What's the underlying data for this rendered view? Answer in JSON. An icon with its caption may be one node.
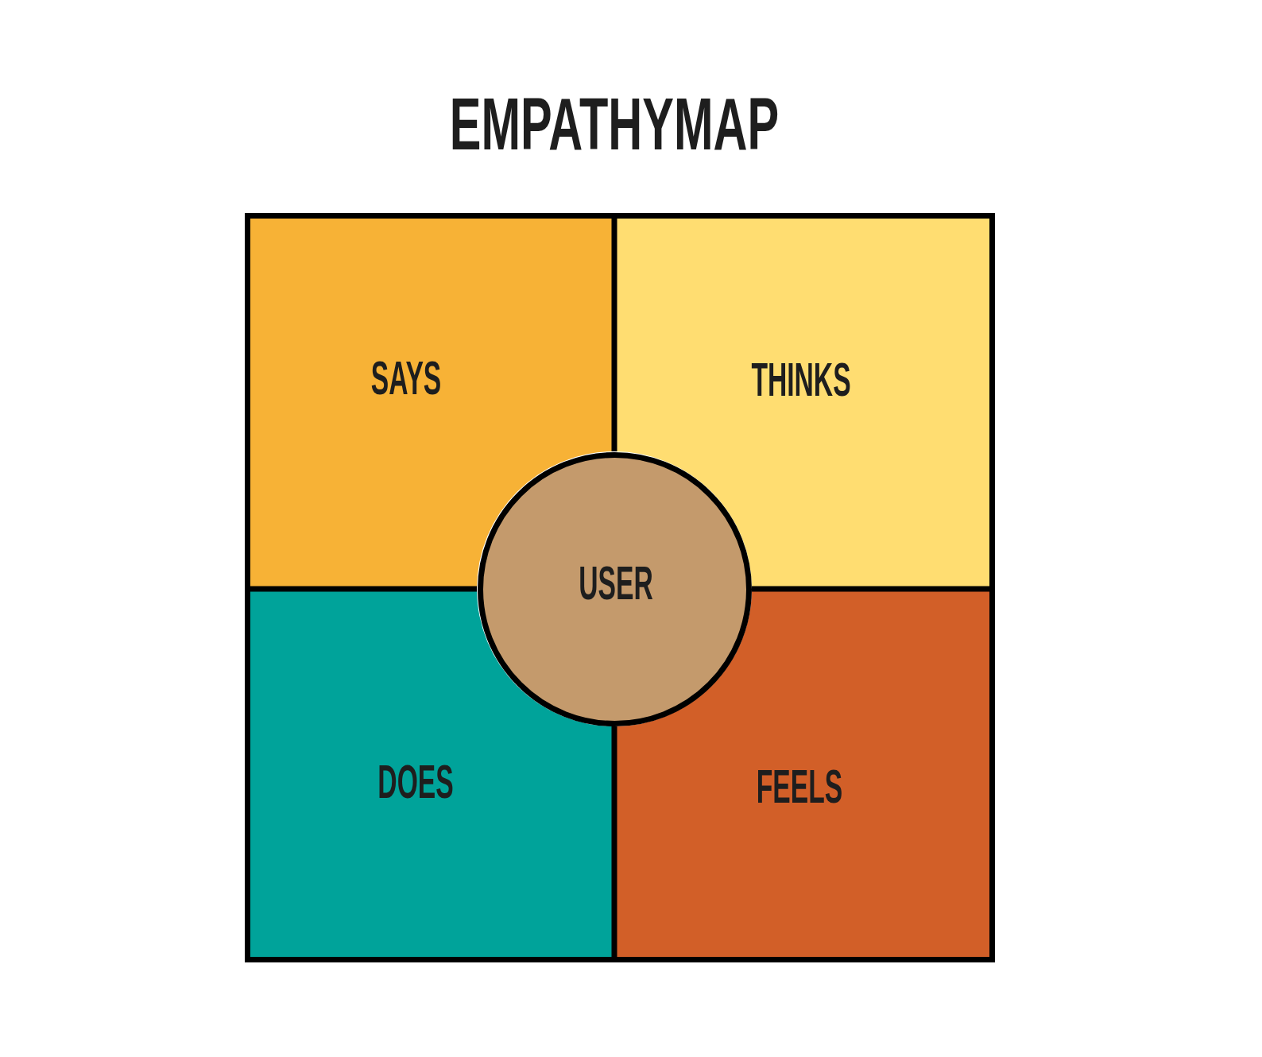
{
  "diagram": {
    "title": "EMPATHYMAP",
    "nodes": [
      {
        "text": [
          "SAYS"
        ]
      },
      {
        "text": [
          "THINKS"
        ]
      },
      {
        "text": [
          "USER"
        ]
      },
      {
        "text": [
          "DOES"
        ]
      },
      {
        "text": [
          "FEELS"
        ]
      }
    ]
  }
}
